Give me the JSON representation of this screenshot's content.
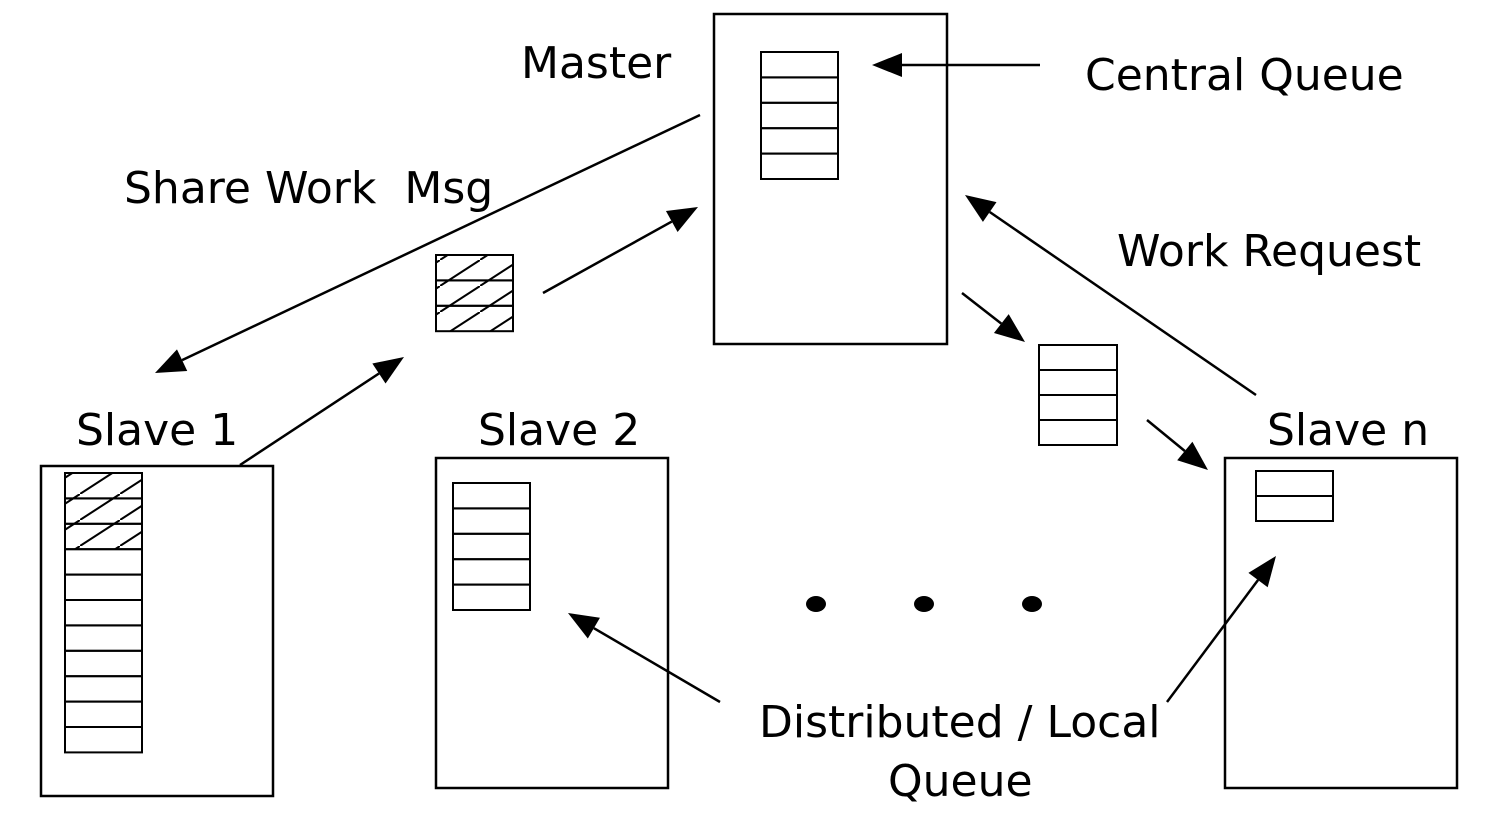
{
  "labels": {
    "master": "Master",
    "central_queue": "Central Queue",
    "share_work_msg": "Share Work  Msg",
    "work_request": "Work Request",
    "slave1": "Slave 1",
    "slave2": "Slave 2",
    "slaven": "Slave n",
    "distributed_line1": "Distributed / Local",
    "distributed_line2": "Queue"
  },
  "queues": {
    "master": {
      "total": 5,
      "hatched": 0
    },
    "slave1": {
      "total": 11,
      "hatched": 3
    },
    "slave2": {
      "total": 5,
      "hatched": 0
    },
    "slaven": {
      "total": 2,
      "hatched": 0
    },
    "share_msg": {
      "total": 3,
      "hatched": 3
    },
    "transfer": {
      "total": 4,
      "hatched": 0
    }
  },
  "ellipsis_dots": 3,
  "colors": {
    "stroke": "#000000",
    "background": "#ffffff"
  }
}
